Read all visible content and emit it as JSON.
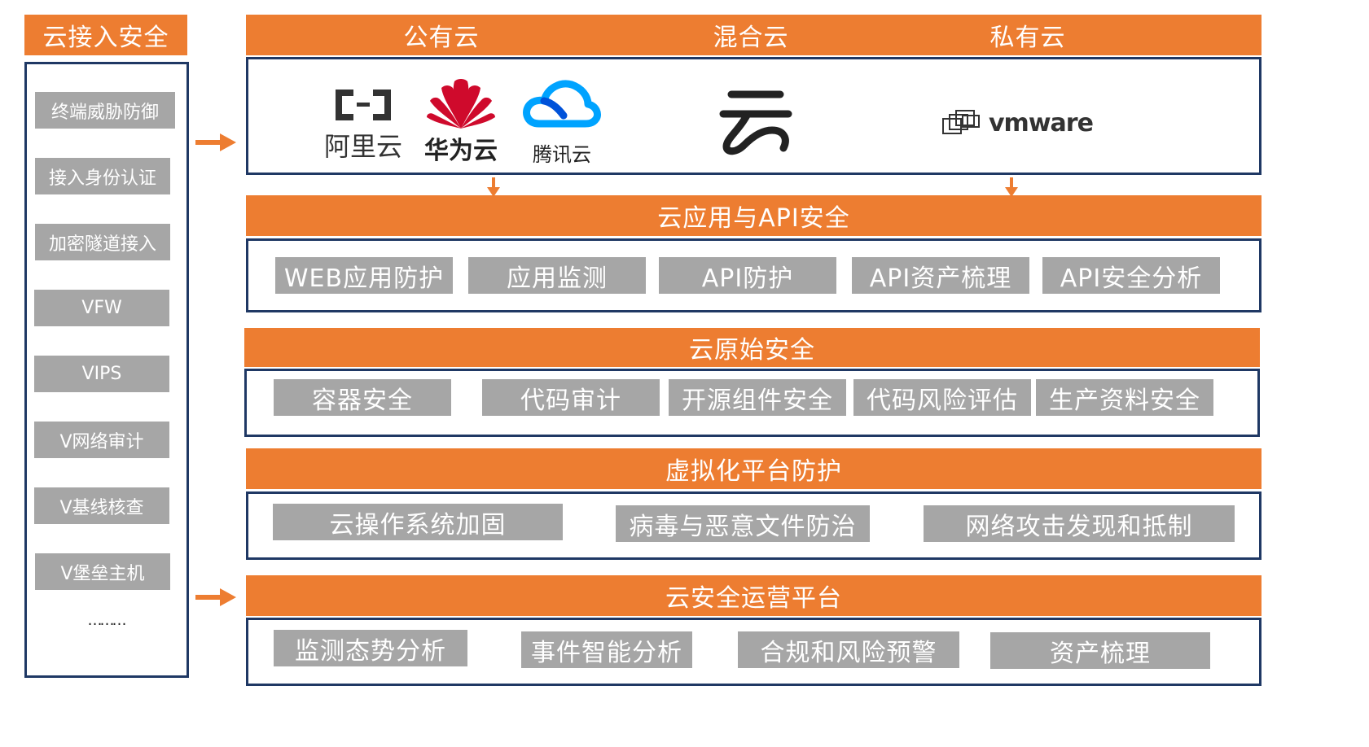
{
  "left_panel": {
    "title": "云接入安全",
    "items": [
      "终端威胁防御",
      "接入身份认证",
      "加密隧道接入",
      "VFW",
      "VIPS",
      "V网络审计",
      "V基线核查",
      "V堡垒主机"
    ],
    "ellipsis": "………"
  },
  "top": {
    "headers": [
      "公有云",
      "混合云",
      "私有云"
    ],
    "logos": {
      "aliyun": "阿里云",
      "huawei": "华为云",
      "tencent": "腾讯云",
      "vmware": "vmware"
    }
  },
  "bands": [
    {
      "title": "云应用与API安全",
      "items": [
        "WEB应用防护",
        "应用监测",
        "API防护",
        "API资产梳理",
        "API安全分析"
      ]
    },
    {
      "title": "云原始安全",
      "items": [
        "容器安全",
        "代码审计",
        "开源组件安全",
        "代码风险评估",
        "生产资料安全"
      ]
    },
    {
      "title": "虚拟化平台防护",
      "items": [
        "云操作系统加固",
        "病毒与恶意文件防治",
        "网络攻击发现和抵制"
      ]
    },
    {
      "title": "云安全运营平台",
      "items": [
        "监测态势分析",
        "事件智能分析",
        "合规和风险预警",
        "资产梳理"
      ]
    }
  ],
  "colors": {
    "accent": "#ED7D31",
    "border": "#1F3864",
    "chip": "#A6A6A6",
    "aliyun": "#333333",
    "huawei": "#CF0A2C",
    "tencent_blue": "#0052D9",
    "tencent_cyan": "#00A3FF"
  }
}
